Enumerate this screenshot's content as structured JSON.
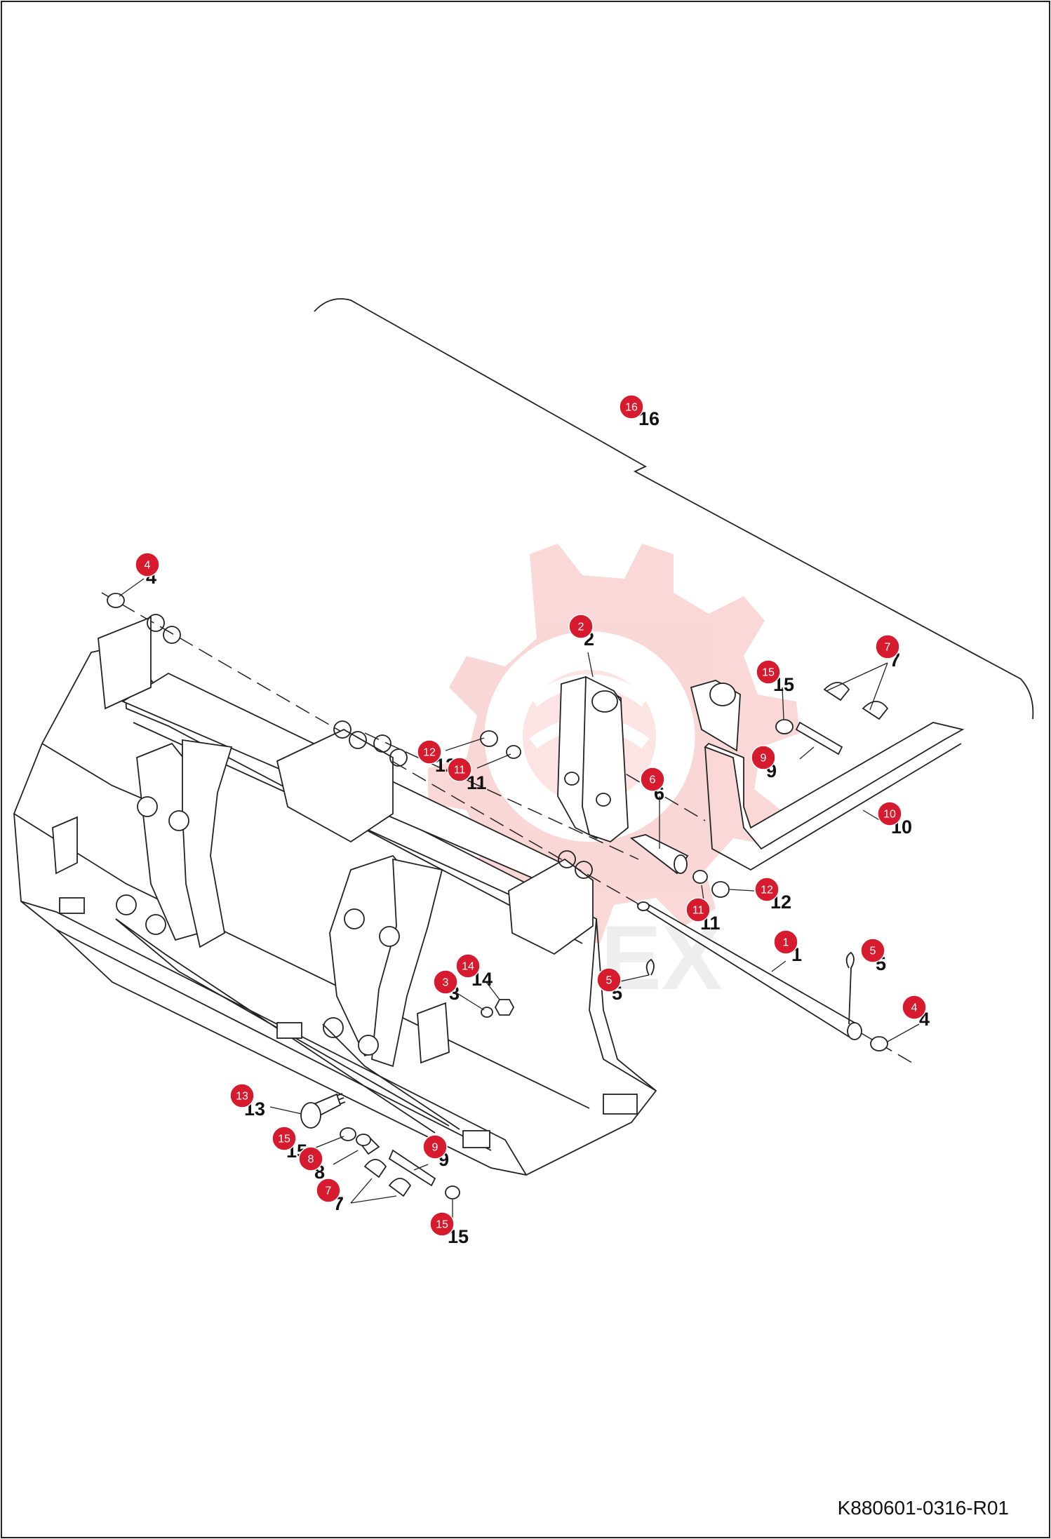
{
  "document": {
    "code": "K880601-0316-R01",
    "watermark_text": "VIHTEX"
  },
  "colors": {
    "callout": "#d71b2e",
    "watermark": "#f6b8b8",
    "line": "#222222"
  },
  "callouts": [
    {
      "label": "16",
      "part": "16"
    },
    {
      "label": "4",
      "part": "4"
    },
    {
      "label": "2",
      "part": "2"
    },
    {
      "label": "15",
      "part": "15"
    },
    {
      "label": "7",
      "part": "7"
    },
    {
      "label": "12",
      "part": "12"
    },
    {
      "label": "11",
      "part": "11"
    },
    {
      "label": "9",
      "part": "9"
    },
    {
      "label": "6",
      "part": "6"
    },
    {
      "label": "10",
      "part": "10"
    },
    {
      "label": "12",
      "part": "12"
    },
    {
      "label": "11",
      "part": "11"
    },
    {
      "label": "1",
      "part": "1"
    },
    {
      "label": "14",
      "part": "14"
    },
    {
      "label": "3",
      "part": "3"
    },
    {
      "label": "5",
      "part": "5"
    },
    {
      "label": "5",
      "part": "5"
    },
    {
      "label": "4",
      "part": "4"
    },
    {
      "label": "13",
      "part": "13"
    },
    {
      "label": "15",
      "part": "15"
    },
    {
      "label": "8",
      "part": "8"
    },
    {
      "label": "9",
      "part": "9"
    },
    {
      "label": "7",
      "part": "7"
    },
    {
      "label": "15",
      "part": "15"
    }
  ]
}
